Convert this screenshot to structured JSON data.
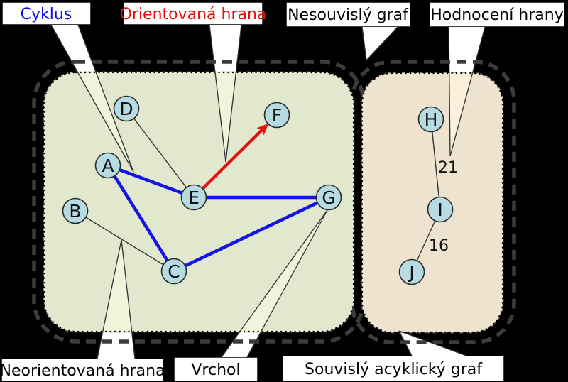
{
  "colors": {
    "background": "#000000",
    "component_left_fill": "#edf4d9",
    "component_right_fill": "#fbefd9",
    "node_fill": "#b7dbe3",
    "node_stroke": "#2b2b2b",
    "edge_thin": "#333333",
    "cycle_edge_blue": "#1414e6",
    "directed_edge_red": "#e11212",
    "callout_fill": "#ffffff",
    "callout_line": "#303030",
    "outer_dash_gray": "#3c3c3c",
    "border_dash_gray": "#8c8c8c",
    "label_text_default": "#000000",
    "label_text_cyklus": "#0f0fe0",
    "label_text_orientovana": "#e60f0f"
  },
  "annotations": {
    "cyklus": {
      "text": "Cyklus",
      "points_to": "blue cycle edge A-E"
    },
    "orientovana_hrana": {
      "text": "Orientovaná hrana",
      "points_to": "red directed edge E-F"
    },
    "nesouvisly_graf": {
      "text": "Nesouvislý graf",
      "points_to": "gap between the two components"
    },
    "hodnoceni_hrany": {
      "text": "Hodnocení hrany",
      "points_to": "edge weight 21"
    },
    "neorientovana_hrana": {
      "text": "Neorientovaná hrana",
      "points_to": "black edge B-C"
    },
    "vrchol": {
      "text": "Vrchol",
      "points_to": "vertex G"
    },
    "souvisly_acyklicky_graf": {
      "text": "Souvislý acyklický graf",
      "points_to": "right component border"
    }
  },
  "graph": {
    "components": [
      {
        "nodes": [
          {
            "label": "A"
          },
          {
            "label": "B"
          },
          {
            "label": "C"
          },
          {
            "label": "D"
          },
          {
            "label": "E"
          },
          {
            "label": "F"
          },
          {
            "label": "G"
          }
        ],
        "edges": [
          {
            "from": "A",
            "to": "E",
            "type": "cycle-blue"
          },
          {
            "from": "E",
            "to": "G",
            "type": "cycle-blue"
          },
          {
            "from": "G",
            "to": "C",
            "type": "cycle-blue"
          },
          {
            "from": "C",
            "to": "A",
            "type": "cycle-blue"
          },
          {
            "from": "D",
            "to": "E",
            "type": "undirected"
          },
          {
            "from": "B",
            "to": "C",
            "type": "undirected"
          },
          {
            "from": "E",
            "to": "F",
            "type": "directed-red"
          }
        ]
      },
      {
        "nodes": [
          {
            "label": "H"
          },
          {
            "label": "I"
          },
          {
            "label": "J"
          }
        ],
        "edges": [
          {
            "from": "H",
            "to": "I",
            "type": "undirected",
            "weight": "21"
          },
          {
            "from": "I",
            "to": "J",
            "type": "undirected",
            "weight": "16"
          }
        ]
      }
    ]
  }
}
